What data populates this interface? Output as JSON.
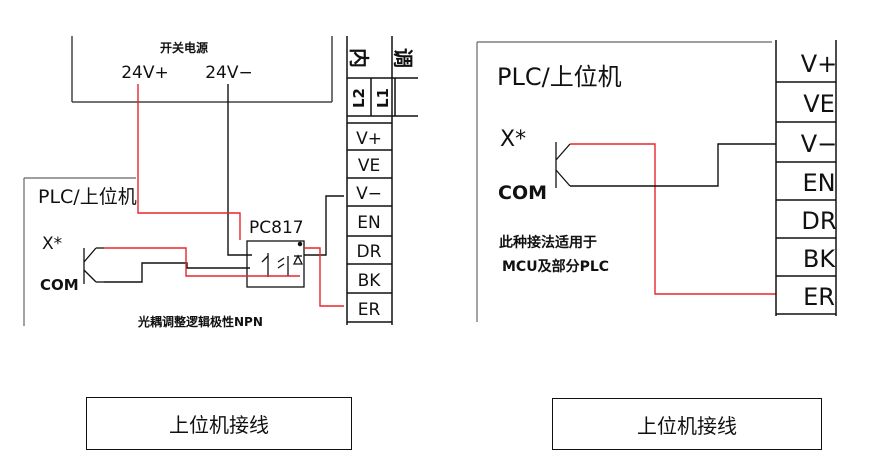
{
  "left_diagram": {
    "psu_title": "开关电源",
    "psu_plus": "24V+",
    "psu_minus": "24V−",
    "plc_label": "PLC/上位机",
    "plc_x": "X*",
    "plc_com": "COM",
    "opto_label": "PC817",
    "opto_note": "光耦调整逻辑极性NPN",
    "internal_label_1": "内",
    "internal_label_2": "调",
    "l2_label": "L2",
    "l1_label": "L1",
    "terminals": [
      "V+",
      "VE",
      "V−",
      "EN",
      "DR",
      "BK",
      "ER"
    ]
  },
  "right_diagram": {
    "plc_label": "PLC/上位机",
    "plc_x": "X*",
    "plc_com": "COM",
    "note_line1": "此种接法适用于",
    "note_line2": "MCU及部分PLC",
    "terminals": [
      "V+",
      "VE",
      "V−",
      "EN",
      "DR",
      "BK",
      "ER"
    ]
  },
  "captions": {
    "left": "上位机接线",
    "right": "上位机接线"
  },
  "colors": {
    "wire_red": "#e8262b",
    "wire_black": "#111111"
  }
}
